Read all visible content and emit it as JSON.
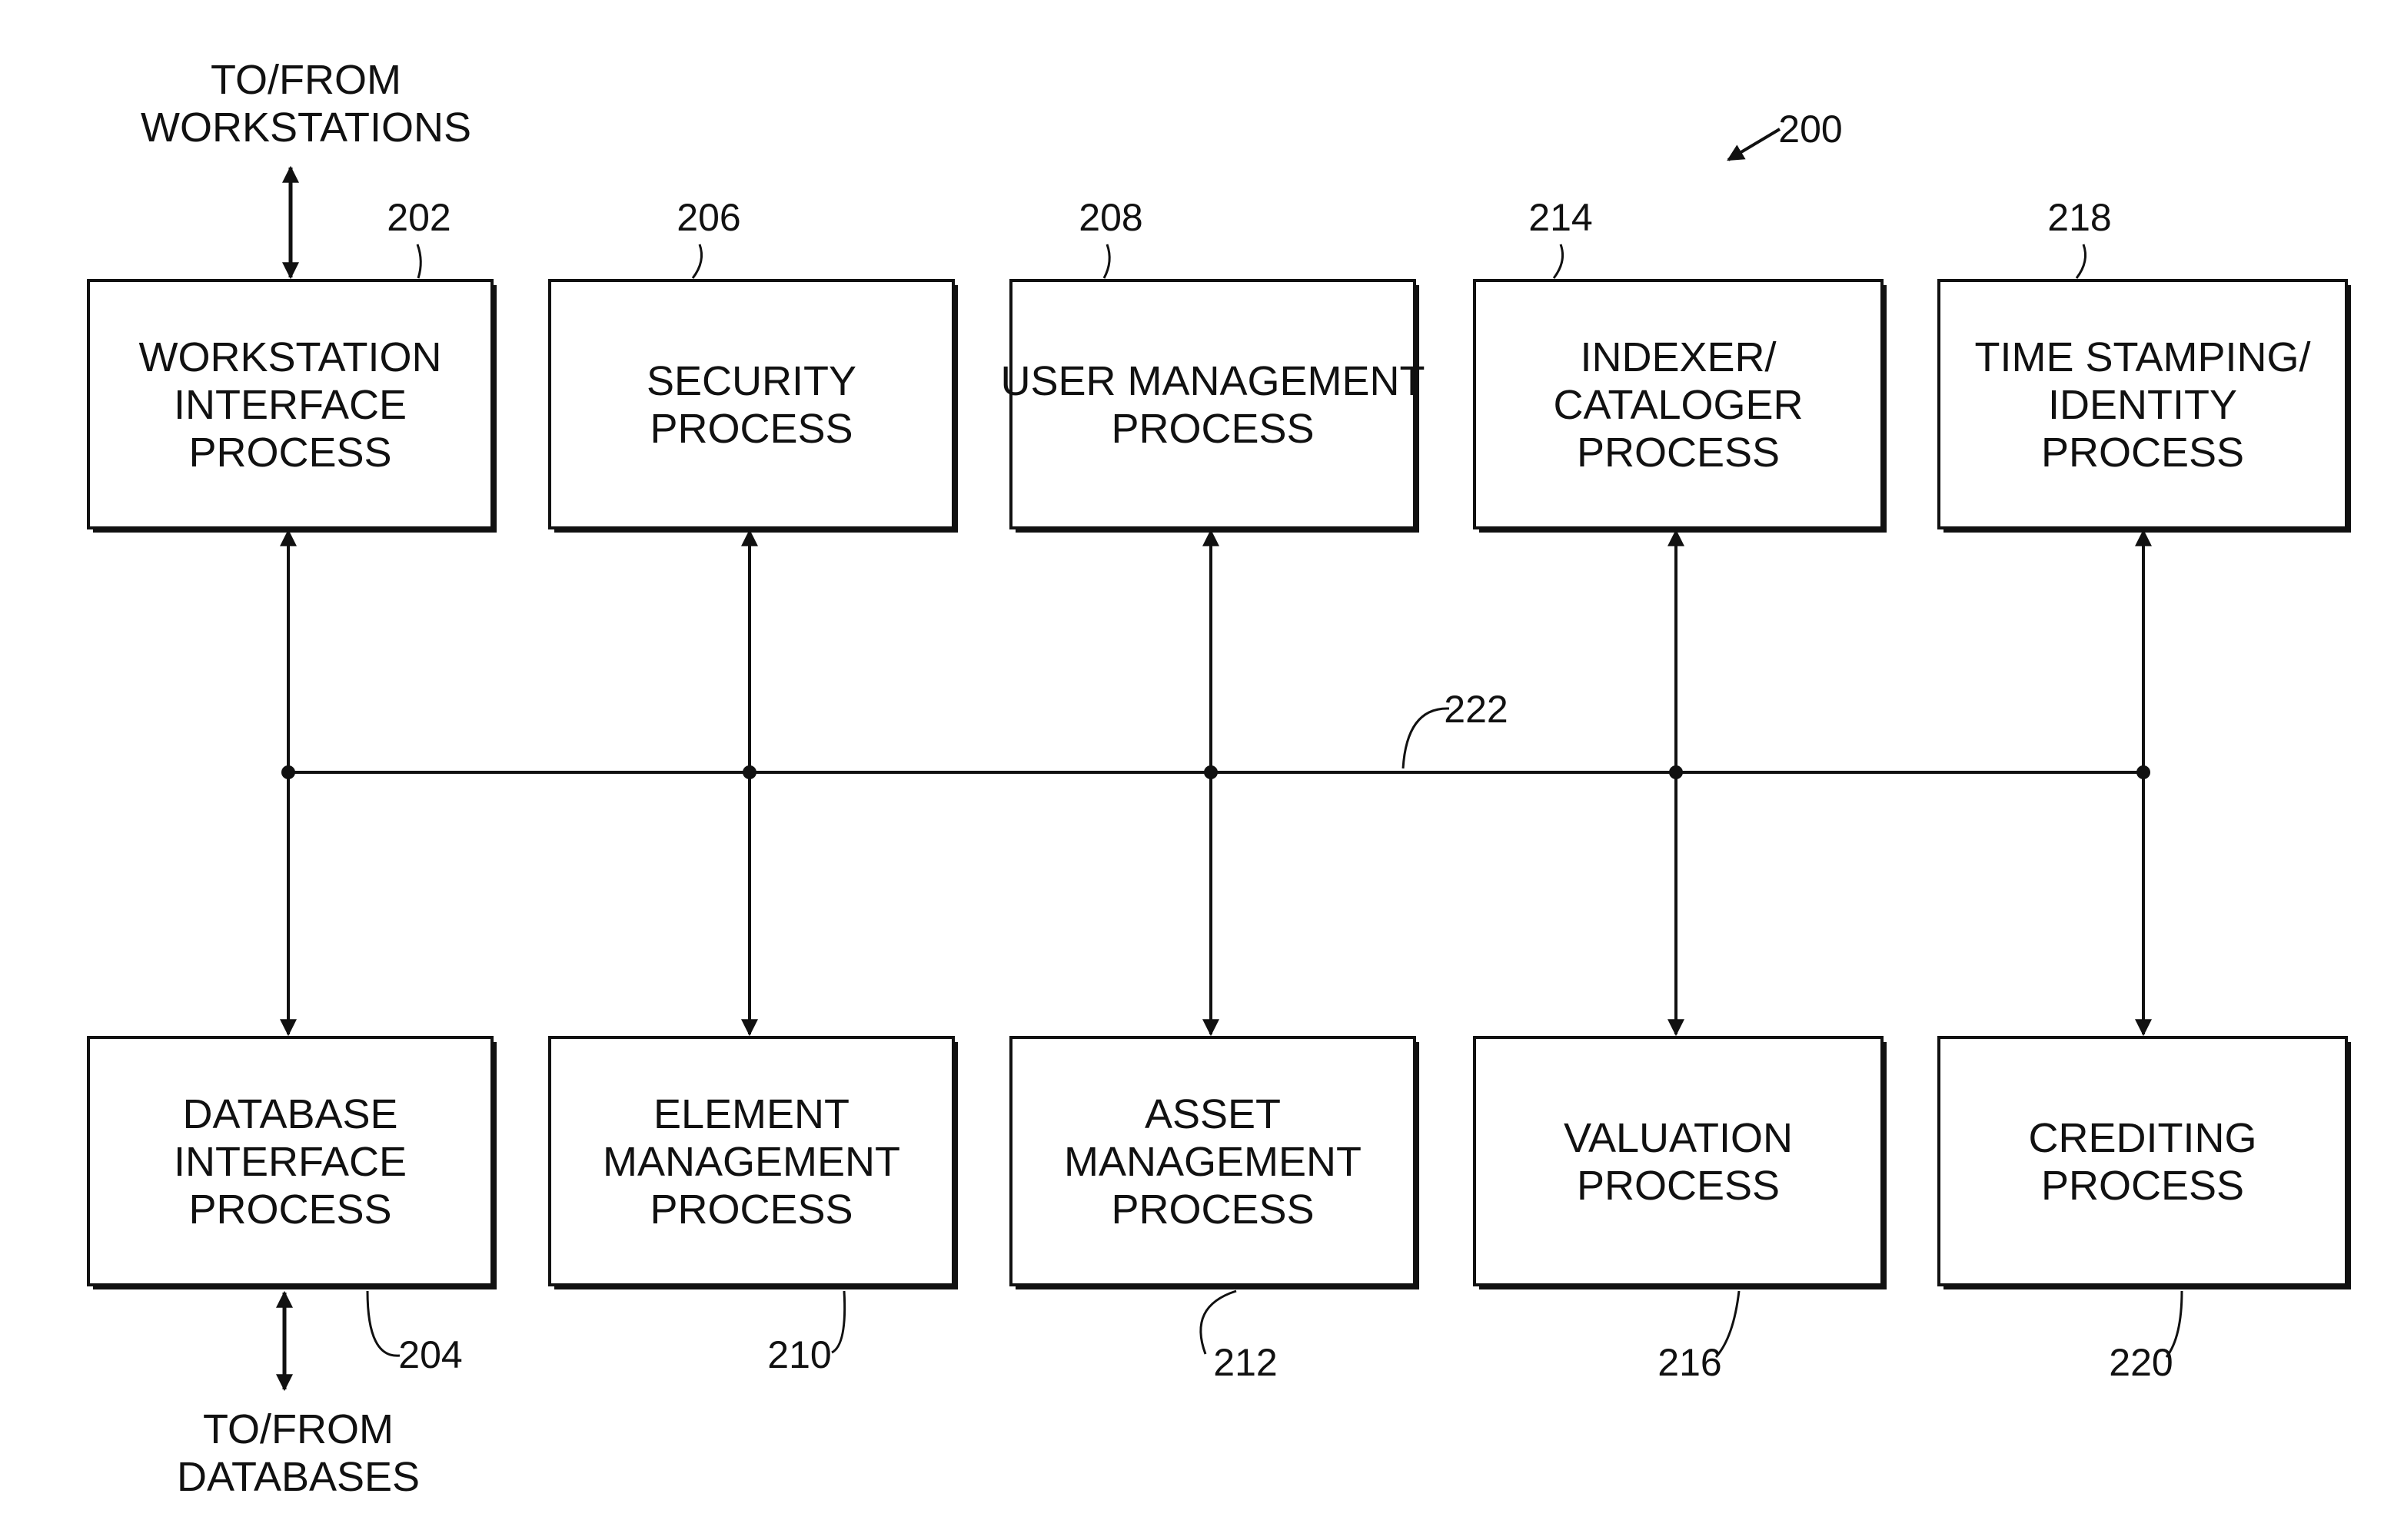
{
  "figure_number": "200",
  "bus_number": "222",
  "external_top": [
    "TO/FROM",
    "WORKSTATIONS"
  ],
  "external_bottom": [
    "TO/FROM",
    "DATABASES"
  ],
  "top_row": [
    {
      "id": "workstation-interface-process",
      "number": "202",
      "lines": [
        "WORKSTATION",
        "INTERFACE",
        "PROCESS"
      ]
    },
    {
      "id": "security-process",
      "number": "206",
      "lines": [
        "SECURITY",
        "PROCESS"
      ]
    },
    {
      "id": "user-management-process",
      "number": "208",
      "lines": [
        "USER MANAGEMENT",
        "PROCESS"
      ]
    },
    {
      "id": "indexer-cataloger-process",
      "number": "214",
      "lines": [
        "INDEXER/",
        "CATALOGER",
        "PROCESS"
      ]
    },
    {
      "id": "time-stamping-identity-process",
      "number": "218",
      "lines": [
        "TIME STAMPING/",
        "IDENTITY",
        "PROCESS"
      ]
    }
  ],
  "bottom_row": [
    {
      "id": "database-interface-process",
      "number": "204",
      "lines": [
        "DATABASE",
        "INTERFACE",
        "PROCESS"
      ]
    },
    {
      "id": "element-management-process",
      "number": "210",
      "lines": [
        "ELEMENT",
        "MANAGEMENT",
        "PROCESS"
      ]
    },
    {
      "id": "asset-management-process",
      "number": "212",
      "lines": [
        "ASSET",
        "MANAGEMENT",
        "PROCESS"
      ]
    },
    {
      "id": "valuation-process",
      "number": "216",
      "lines": [
        "VALUATION",
        "PROCESS"
      ]
    },
    {
      "id": "crediting-process",
      "number": "220",
      "lines": [
        "CREDITING",
        "PROCESS"
      ]
    }
  ]
}
